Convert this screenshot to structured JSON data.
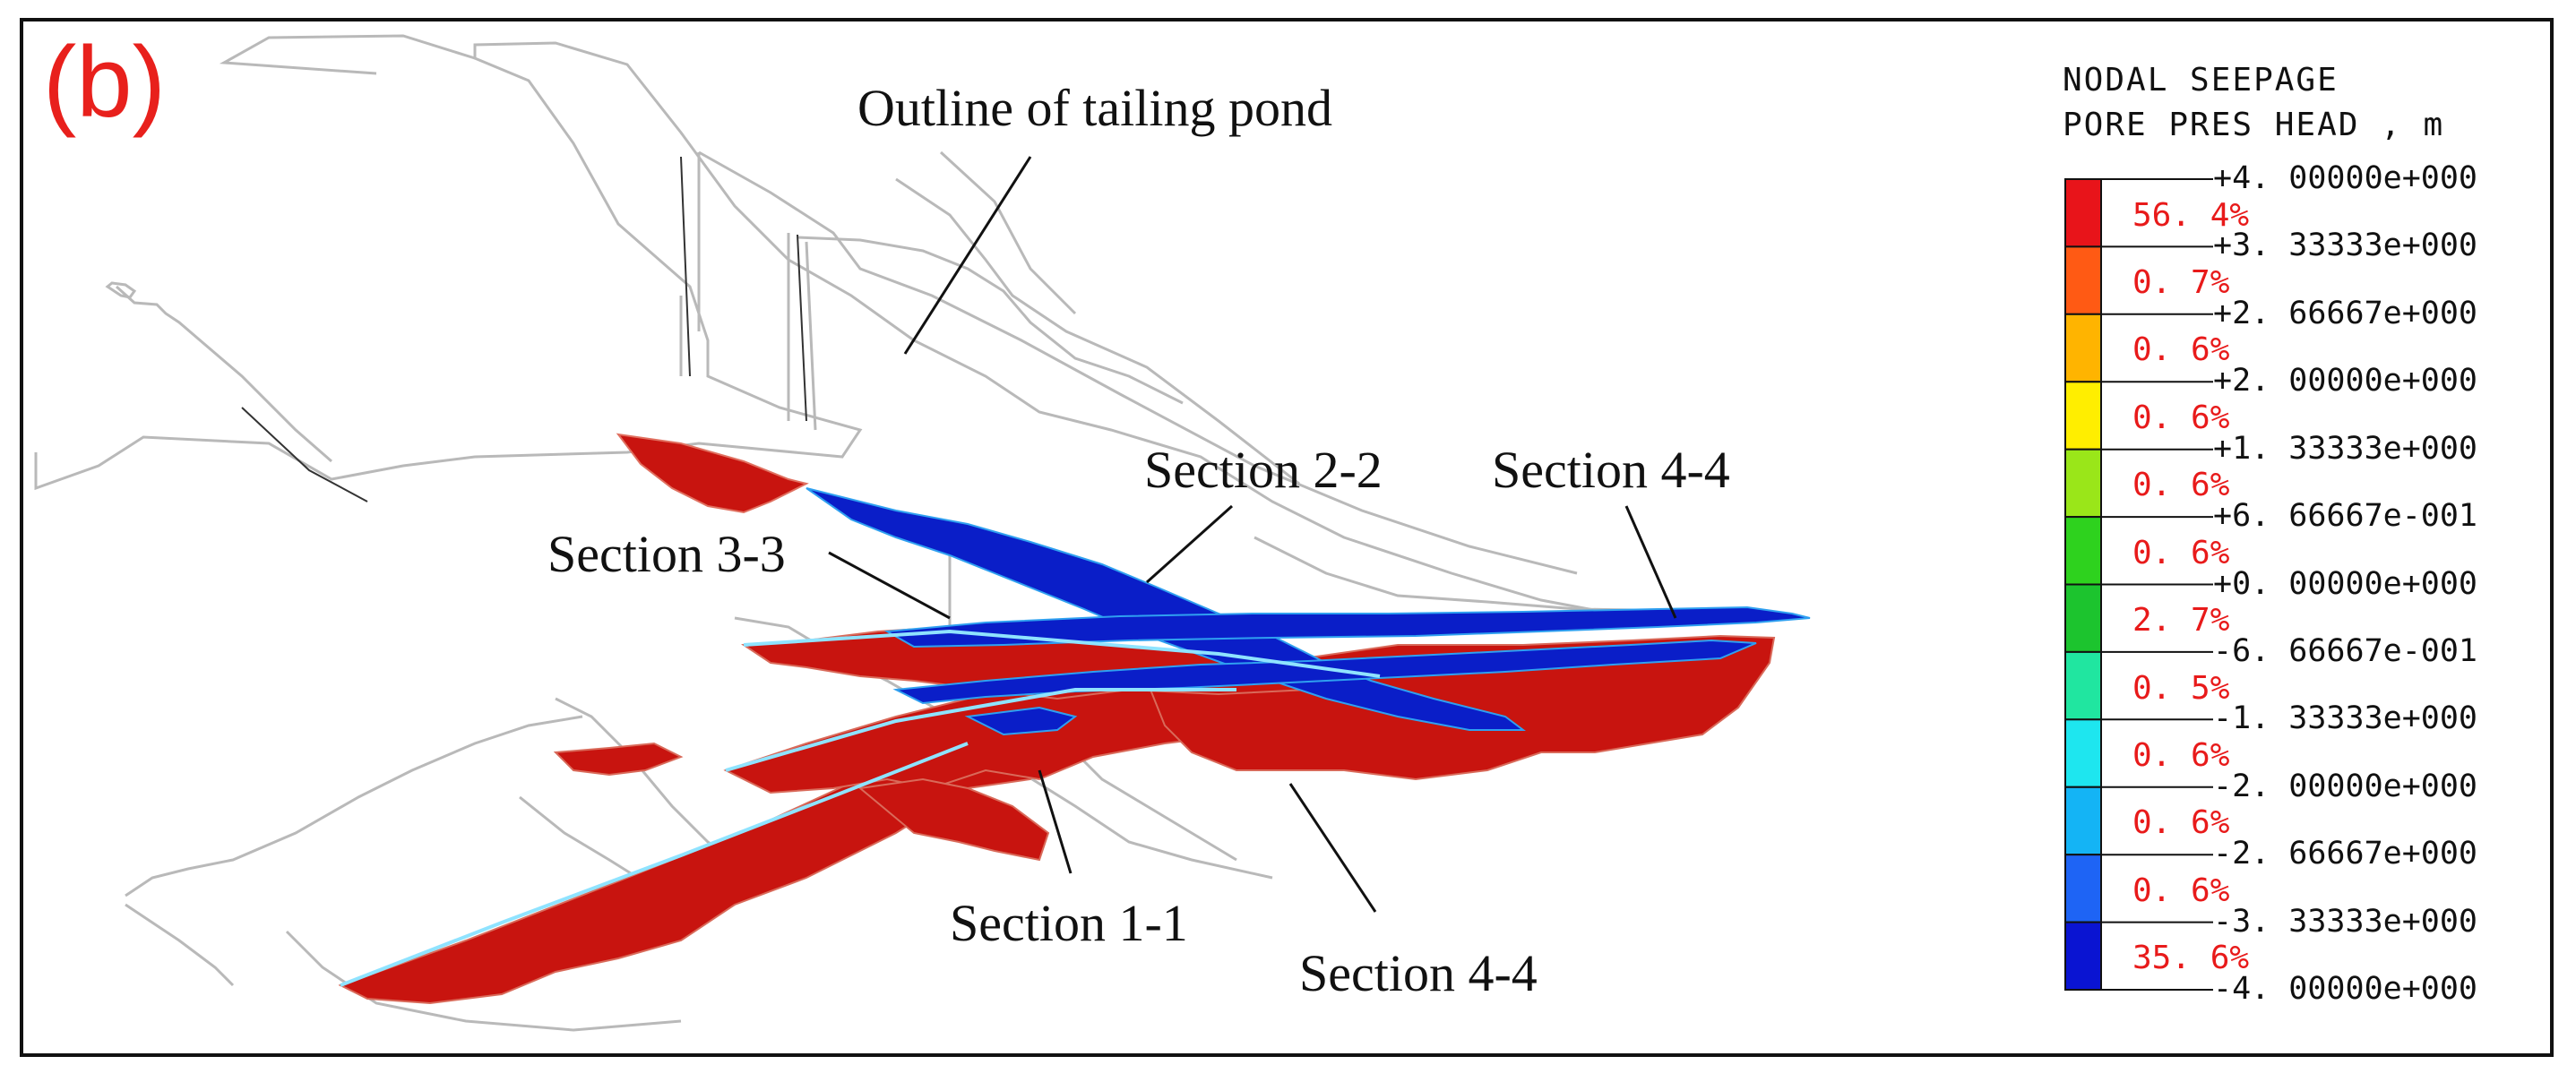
{
  "panel_label": "(b)",
  "callouts": {
    "outline": "Outline of tailing pond",
    "section_2_2": "Section 2-2",
    "section_4_4_top": "Section 4-4",
    "section_3_3": "Section 3-3",
    "section_1_1": "Section 1-1",
    "section_4_4_bottom": "Section 4-4"
  },
  "legend": {
    "title_line1": "NODAL SEEPAGE",
    "title_line2": "PORE PRES HEAD , m",
    "tick_labels": [
      "+4. 00000e+000",
      "+3. 33333e+000",
      "+2. 66667e+000",
      "+2. 00000e+000",
      "+1. 33333e+000",
      "+6. 66667e-001",
      "+0. 00000e+000",
      "-6. 66667e-001",
      "-1. 33333e+000",
      "-2. 00000e+000",
      "-2. 66667e+000",
      "-3. 33333e+000",
      "-4. 00000e+000"
    ],
    "bands": [
      {
        "pct": "56. 4%",
        "color": "#e8141a"
      },
      {
        "pct": "0. 7%",
        "color": "#ff5a14"
      },
      {
        "pct": "0. 6%",
        "color": "#ffb400"
      },
      {
        "pct": "0. 6%",
        "color": "#ffee00"
      },
      {
        "pct": "0. 6%",
        "color": "#9ae619"
      },
      {
        "pct": "0. 6%",
        "color": "#2ed21e"
      },
      {
        "pct": "2. 7%",
        "color": "#1cc42e"
      },
      {
        "pct": "0. 5%",
        "color": "#20e6a0"
      },
      {
        "pct": "0. 6%",
        "color": "#1ee6ef"
      },
      {
        "pct": "0. 6%",
        "color": "#14b4f5"
      },
      {
        "pct": "0. 6%",
        "color": "#1e64f5"
      },
      {
        "pct": "35. 6%",
        "color": "#0a14d2"
      }
    ]
  },
  "colors": {
    "saturated": "#c8140f",
    "unsaturated": "#0a1ec8",
    "outline": "#b9b9b9"
  }
}
